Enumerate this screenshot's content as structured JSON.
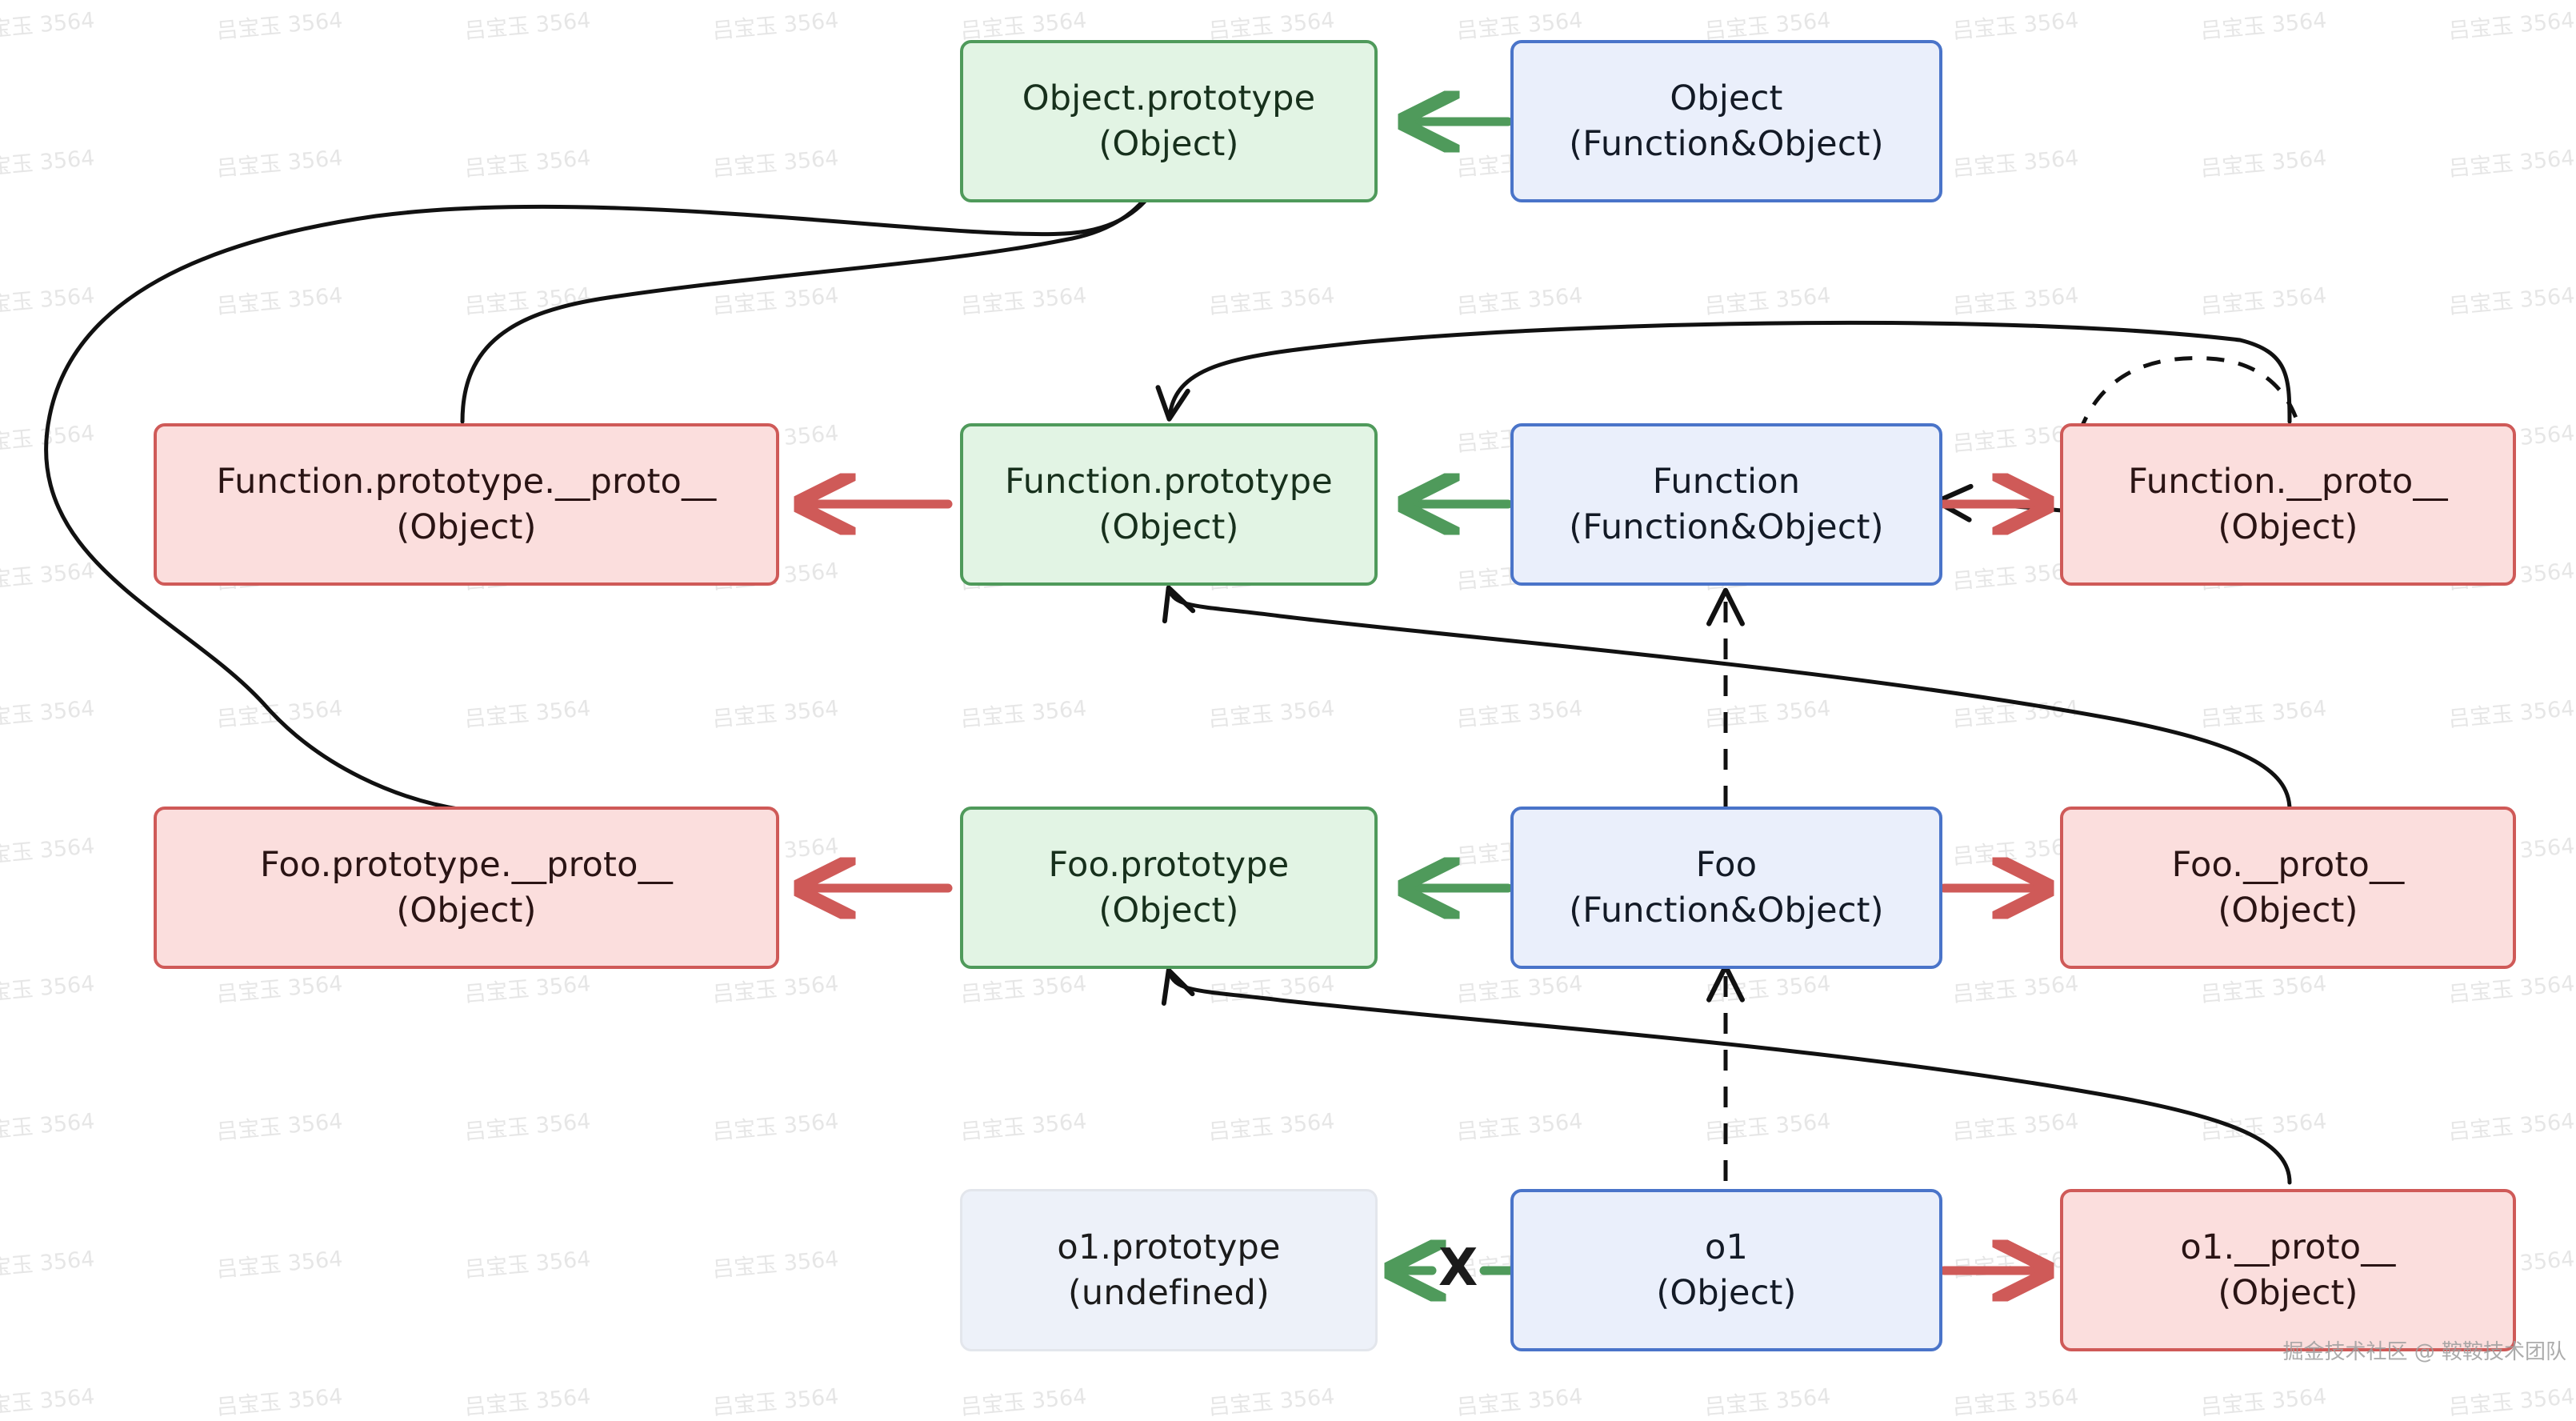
{
  "diagram": {
    "title": "JavaScript prototype chain diagram",
    "background": "#ffffff",
    "colors": {
      "green_fill": "#e2f4e4",
      "green_border": "#4f9a5b",
      "blue_fill": "#eaeffb",
      "blue_border": "#4a74c9",
      "red_fill": "#fbdedd",
      "red_border": "#cf5a58",
      "ghost_fill": "#edf1f9",
      "ghost_border": "#e3e6ec",
      "arrow_green": "#4f9a5b",
      "arrow_red": "#cf5a58",
      "arrow_black": "#111111"
    }
  },
  "nodes": {
    "object_prototype": {
      "line1": "Object.prototype",
      "line2": "(Object)"
    },
    "object_ctor": {
      "line1": "Object",
      "line2": "(Function&Object)"
    },
    "function_prototype_proto": {
      "line1": "Function.prototype.__proto__",
      "line2": "(Object)"
    },
    "function_prototype": {
      "line1": "Function.prototype",
      "line2": "(Object)"
    },
    "function_ctor": {
      "line1": "Function",
      "line2": "(Function&Object)"
    },
    "function_proto": {
      "line1": "Function.__proto__",
      "line2": "(Object)"
    },
    "foo_prototype_proto": {
      "line1": "Foo.prototype.__proto__",
      "line2": "(Object)"
    },
    "foo_prototype": {
      "line1": "Foo.prototype",
      "line2": "(Object)"
    },
    "foo_ctor": {
      "line1": "Foo",
      "line2": "(Function&Object)"
    },
    "foo_proto": {
      "line1": "Foo.__proto__",
      "line2": "(Object)"
    },
    "o1_prototype": {
      "line1": "o1.prototype",
      "line2": "(undefined)"
    },
    "o1": {
      "line1": "o1",
      "line2": "(Object)"
    },
    "o1_proto": {
      "line1": "o1.__proto__",
      "line2": "(Object)"
    }
  },
  "markers": {
    "broken_link": "X"
  },
  "edges": [
    {
      "from": "object_ctor",
      "to": "object_prototype",
      "style": "solid",
      "color": "green"
    },
    {
      "from": "function_ctor",
      "to": "function_prototype",
      "style": "solid",
      "color": "green"
    },
    {
      "from": "function_ctor",
      "to": "function_proto",
      "style": "solid",
      "color": "red"
    },
    {
      "from": "function_prototype",
      "to": "function_prototype_proto",
      "style": "solid",
      "color": "red"
    },
    {
      "from": "foo_ctor",
      "to": "foo_prototype",
      "style": "solid",
      "color": "green"
    },
    {
      "from": "foo_ctor",
      "to": "foo_proto",
      "style": "solid",
      "color": "red"
    },
    {
      "from": "foo_prototype",
      "to": "foo_prototype_proto",
      "style": "solid",
      "color": "red"
    },
    {
      "from": "o1",
      "to": "o1_prototype",
      "style": "broken",
      "color": "green"
    },
    {
      "from": "o1",
      "to": "o1_proto",
      "style": "solid",
      "color": "red"
    },
    {
      "from": "function_prototype_proto",
      "to": "object_prototype",
      "style": "curve",
      "color": "black"
    },
    {
      "from": "foo_prototype_proto",
      "to": "object_prototype",
      "style": "curve",
      "color": "black"
    },
    {
      "from": "function_proto",
      "to": "function_prototype",
      "style": "curve",
      "color": "black"
    },
    {
      "from": "foo_proto",
      "to": "function_prototype",
      "style": "curve",
      "color": "black"
    },
    {
      "from": "o1_proto",
      "to": "foo_prototype",
      "style": "curve",
      "color": "black"
    },
    {
      "from": "function_proto",
      "to": "function_ctor",
      "style": "dashed",
      "color": "black"
    },
    {
      "from": "foo_ctor",
      "to": "function_ctor",
      "style": "dashed",
      "color": "black"
    },
    {
      "from": "o1",
      "to": "foo_ctor",
      "style": "dashed",
      "color": "black"
    }
  ],
  "watermark": {
    "tile_text": "吕宝玉 3564",
    "credit": "掘金技术社区 @ 鞍鞍技术团队"
  }
}
